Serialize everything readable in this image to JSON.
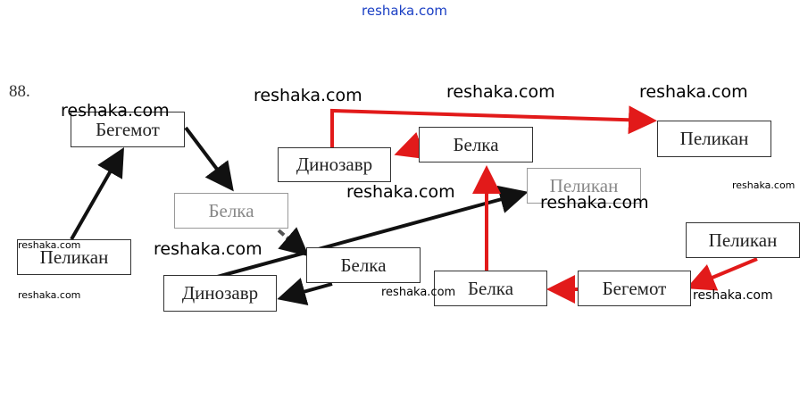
{
  "header_watermark": "reshaka.com",
  "problem_number": "88.",
  "watermark": "reshaka.com",
  "nodes": {
    "begemot_1": "Бегемот",
    "belka_grey": "Белка",
    "pelikan_1": "Пеликан",
    "dinozavr_top": "Динозавр",
    "belka_top": "Белка",
    "pelikan_top": "Пеликан",
    "pelikan_grey": "Пеликан",
    "belka_mid": "Белка",
    "dinozavr_bottom": "Динозавр",
    "belka_bottom": "Белка",
    "begemot_bottom": "Бегемот",
    "pelikan_right": "Пеликан"
  },
  "colors": {
    "black_path": "#111111",
    "red_path": "#e21a1a",
    "header": "#1a3fc4"
  }
}
